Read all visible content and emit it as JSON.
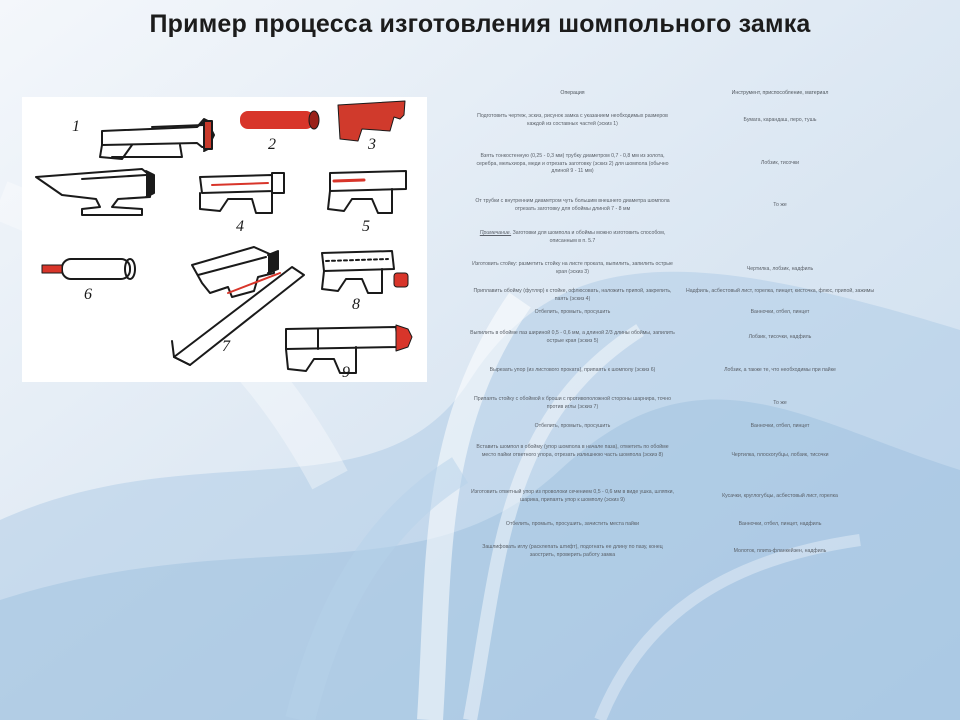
{
  "title": "Пример процесса изготовления шомпольного замка",
  "figure": {
    "labels": [
      "1",
      "2",
      "3",
      "4",
      "5",
      "6",
      "7",
      "8",
      "9"
    ]
  },
  "table": {
    "headers": [
      "Операция",
      "Инструмент, приспособление, материал"
    ],
    "rows": [
      {
        "op": "Подготовить чертеж, эскиз, рисунок замка с указанием необходимых размеров каждой из составных частей (эскиз 1)",
        "tool": "Бумага, карандаш, перо, тушь"
      },
      {
        "op": "Взять тонкостенную (0,25 - 0,3 мм) трубку диаметром 0,7 - 0,8 мм из золота, серебра, мельхиора, меди и отрезать заготовку (эскиз 2) для шомпола (обычно длиной 9 - 11 мм)",
        "tool": "Лобзик, тисочки"
      },
      {
        "op": "От трубки с внутренним диаметром чуть большим внешнего диаметра шомпола отрезать заготовку для обоймы длиной 7 - 8 мм",
        "tool": "То же"
      },
      {
        "note_label": "Примечание.",
        "op": "Заготовки для шомпола и обоймы можно изготовить способом, описанным в п. 5.7",
        "tool": ""
      },
      {
        "op": "Изготовить стойку: разметить стойку на листе проката, выпилить, запилить острые края (эскиз 3)",
        "tool": "Чертилка, лобзик, надфиль"
      },
      {
        "op": "Приплавить обойму (футляр) к стойке, офлюсовать, наложить припой, закрепить, паять (эскиз 4)",
        "tool": "Надфиль, асбестовый лист, горелка, пинцет, кисточка, флюс, припой, зажимы"
      },
      {
        "op": "Отбелить, промыть, просушить",
        "tool": "Ванночки, отбел, пинцет"
      },
      {
        "op": "Выпилить в обойме паз шириной 0,5 - 0,6 мм, а длиной 2/3 длины обоймы, запилить острые края (эскиз 5)",
        "tool": "Лобзик, тисочки, надфиль"
      },
      {
        "op": "Вырезать упор (из листового проката), припаять к шомполу (эскиз 6)",
        "tool": "Лобзик, а также те, что необходимы при пайке"
      },
      {
        "op": "Припаять стойку с обоймой к броши с противоположной стороны шарнира, точно против иглы (эскиз 7)",
        "tool": "То же"
      },
      {
        "op": "Отбелить, промыть, просушить",
        "tool": "Ванночки, отбел, пинцет"
      },
      {
        "op": "Вставить шомпол в обойму (упор шомпола в начале паза), отметить по обойме место пайки ответного упора, отрезать излишнюю часть шомпола (эскиз 8)",
        "tool": "Чертилка, плоскогубцы, лобзик, тисочки"
      },
      {
        "op": "Изготовить ответный упор из проволоки сечением 0,5 - 0,6 мм в виде ушка, шляпки, шарика, припаять упор к шомполу (эскиз 9)",
        "tool": "Кусачки, круглогубцы, асбестовый лист, горелка"
      },
      {
        "op": "Отбелить, промыть, просушить, зачистить места пайки",
        "tool": "Ванночки, отбел, пинцет, надфиль"
      },
      {
        "op": "Зашлифовать иглу (расклепать штифт), подогнать ее длину по пазу, конец заострить, проверить работу замка",
        "tool": "Молоток, плита-фланкейзен, надфиль"
      }
    ]
  }
}
